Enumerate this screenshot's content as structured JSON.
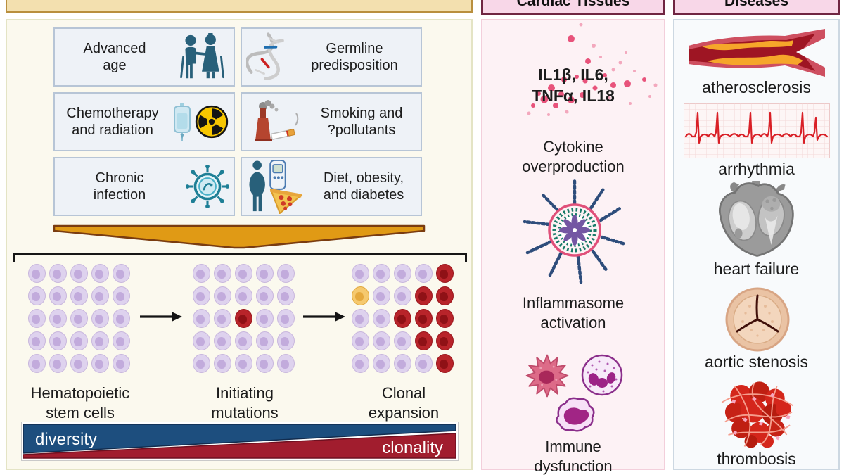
{
  "headers": {
    "cardiac": "Cardiac Tissues",
    "diseases": "Diseases"
  },
  "risk_factors": {
    "items": [
      {
        "label": "Advanced\nage",
        "icon": "elderly-couple-icon"
      },
      {
        "label": "Germline\npredisposition",
        "icon": "dna-helix-icon"
      },
      {
        "label": "Chemotherapy\nand radiation",
        "icon": "iv-bag-icon + radiation-icon"
      },
      {
        "label": "Smoking and\n?pollutants",
        "icon": "factory-cigarette-icon"
      },
      {
        "label": "Chronic\ninfection",
        "icon": "virus-icon"
      },
      {
        "label": "Diet, obesity,\nand diabetes",
        "icon": "obesity-glucometer-pizza-icon"
      }
    ]
  },
  "progression": {
    "stages": [
      {
        "label": "Hematopoietic\nstem cells",
        "rows": [
          "LLLLL",
          "LLLLL",
          "LLLLL",
          "LLLLL",
          "LLLLL"
        ]
      },
      {
        "label": "Initiating\nmutations",
        "rows": [
          "LLLLL",
          "LLLLL",
          "LLRLL",
          "LLLLL",
          "LLLLL"
        ]
      },
      {
        "label": "Clonal\nexpansion",
        "rows": [
          "LLLLR",
          "YLLRR",
          "LLRRR",
          "LLLRR",
          "LLLLR"
        ]
      }
    ],
    "diversity_label": "diversity",
    "clonality_label": "clonality"
  },
  "cardiac": {
    "cytokines": "IL1β, IL6,\nTNFα, IL18",
    "items": [
      {
        "caption": "Cytokine\noverproduction",
        "icon": "cytokine-dots-icon"
      },
      {
        "caption": "Inflammasome\nactivation",
        "icon": "inflammasome-icon"
      },
      {
        "caption": "Immune\ndysfunction",
        "icon": "immune-cells-icon"
      }
    ]
  },
  "diseases": {
    "items": [
      {
        "label": "atherosclerosis",
        "icon": "atherosclerosis-icon"
      },
      {
        "label": "arrhythmia",
        "icon": "ecg-icon"
      },
      {
        "label": "heart failure",
        "icon": "heart-icon"
      },
      {
        "label": "aortic stenosis",
        "icon": "aortic-valve-icon"
      },
      {
        "label": "thrombosis",
        "icon": "thrombosis-icon"
      }
    ]
  },
  "colors": {
    "diversity_blue": "#1d4e7e",
    "clonality_red": "#a11d2e",
    "cell_lavender": "#ded2ee",
    "cell_mutant_red": "#b8242a",
    "cell_second_mutation_yellow": "#f5c96f",
    "funnel_gold": "#e09a15",
    "header_pink": "#f8d7e8",
    "header_border_maroon": "#702542",
    "risk_box_blue": "#eef2f7",
    "left_panel_cream": "#fbf9ee",
    "cardiac_panel_pink": "#fdf2f5",
    "cytokine_pink": "#e8537b",
    "ecg_red": "#d91f26"
  }
}
